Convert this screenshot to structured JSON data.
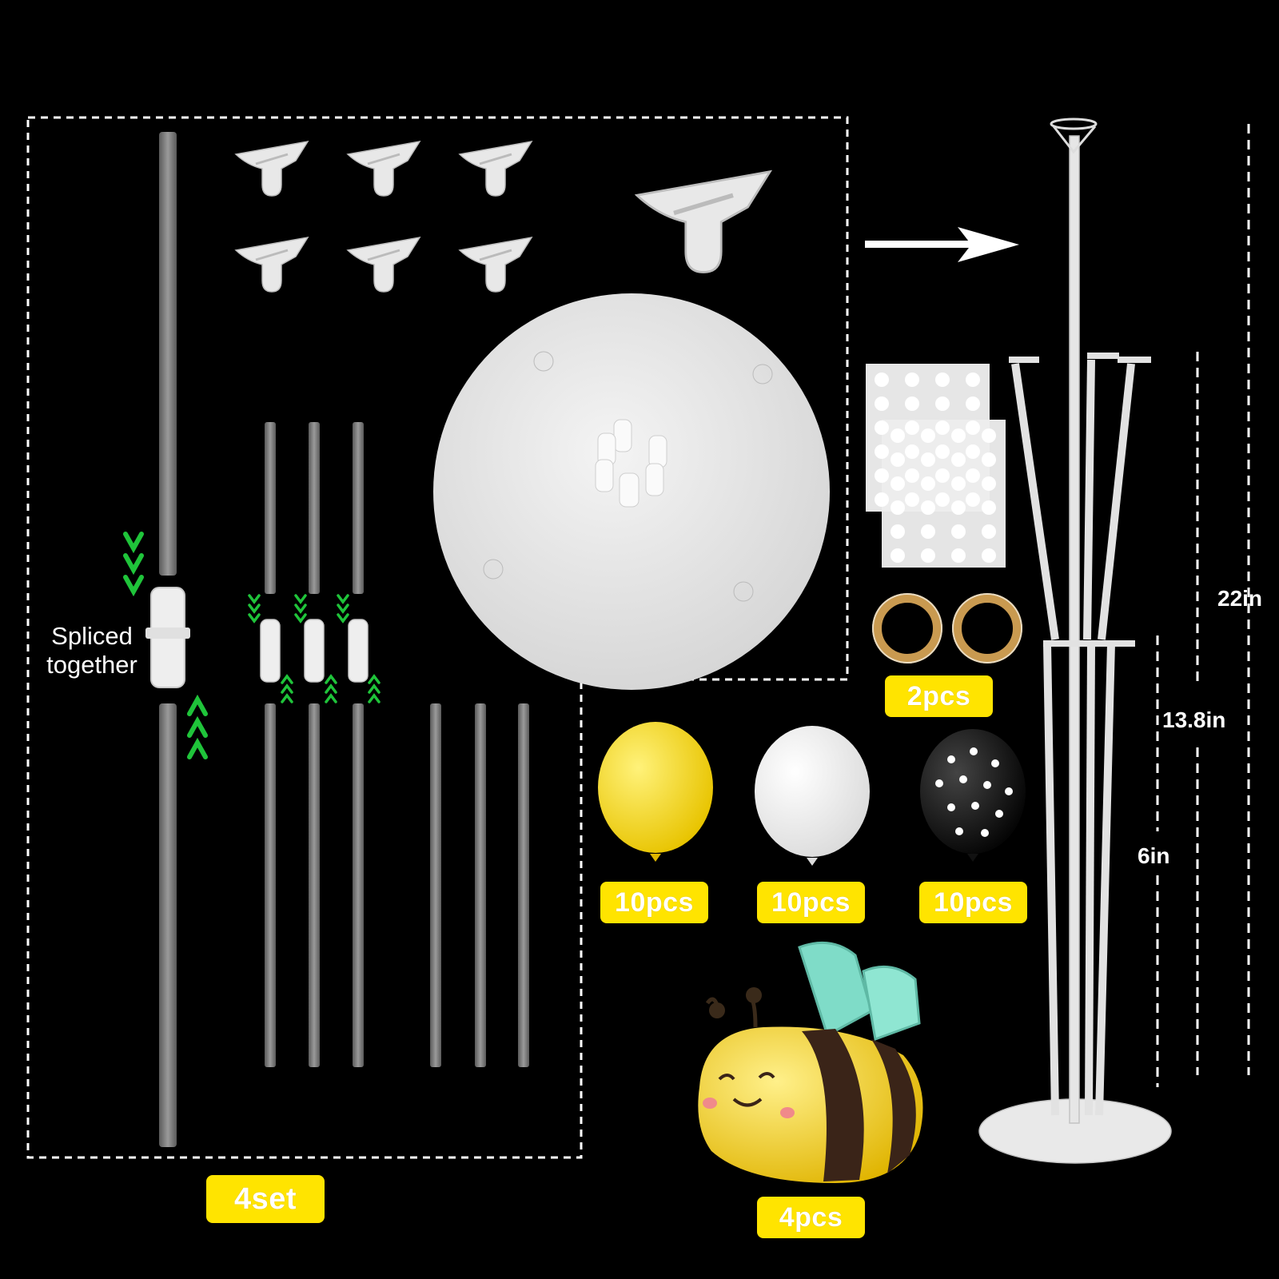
{
  "labels": {
    "spliced": "Spliced together",
    "set_count": "4set",
    "dots_count": "2pcs",
    "yellow_count": "10pcs",
    "white_count": "10pcs",
    "polka_count": "10pcs",
    "bee_count": "4pcs"
  },
  "dimensions": {
    "total": "22in",
    "middle": "13.8in",
    "lower": "6in"
  },
  "colors": {
    "background": "#000000",
    "badge": "#ffe400",
    "arrow_green": "#1fc43a",
    "balloon_yellow": "#f8dc24",
    "balloon_white": "#ffffff",
    "balloon_black": "#111111",
    "bee_wing": "#7fdcc8"
  },
  "icons": [
    "spliced-arrow-icon",
    "right-arrow-icon",
    "cup-icon",
    "balloon-icon",
    "bee-icon"
  ]
}
